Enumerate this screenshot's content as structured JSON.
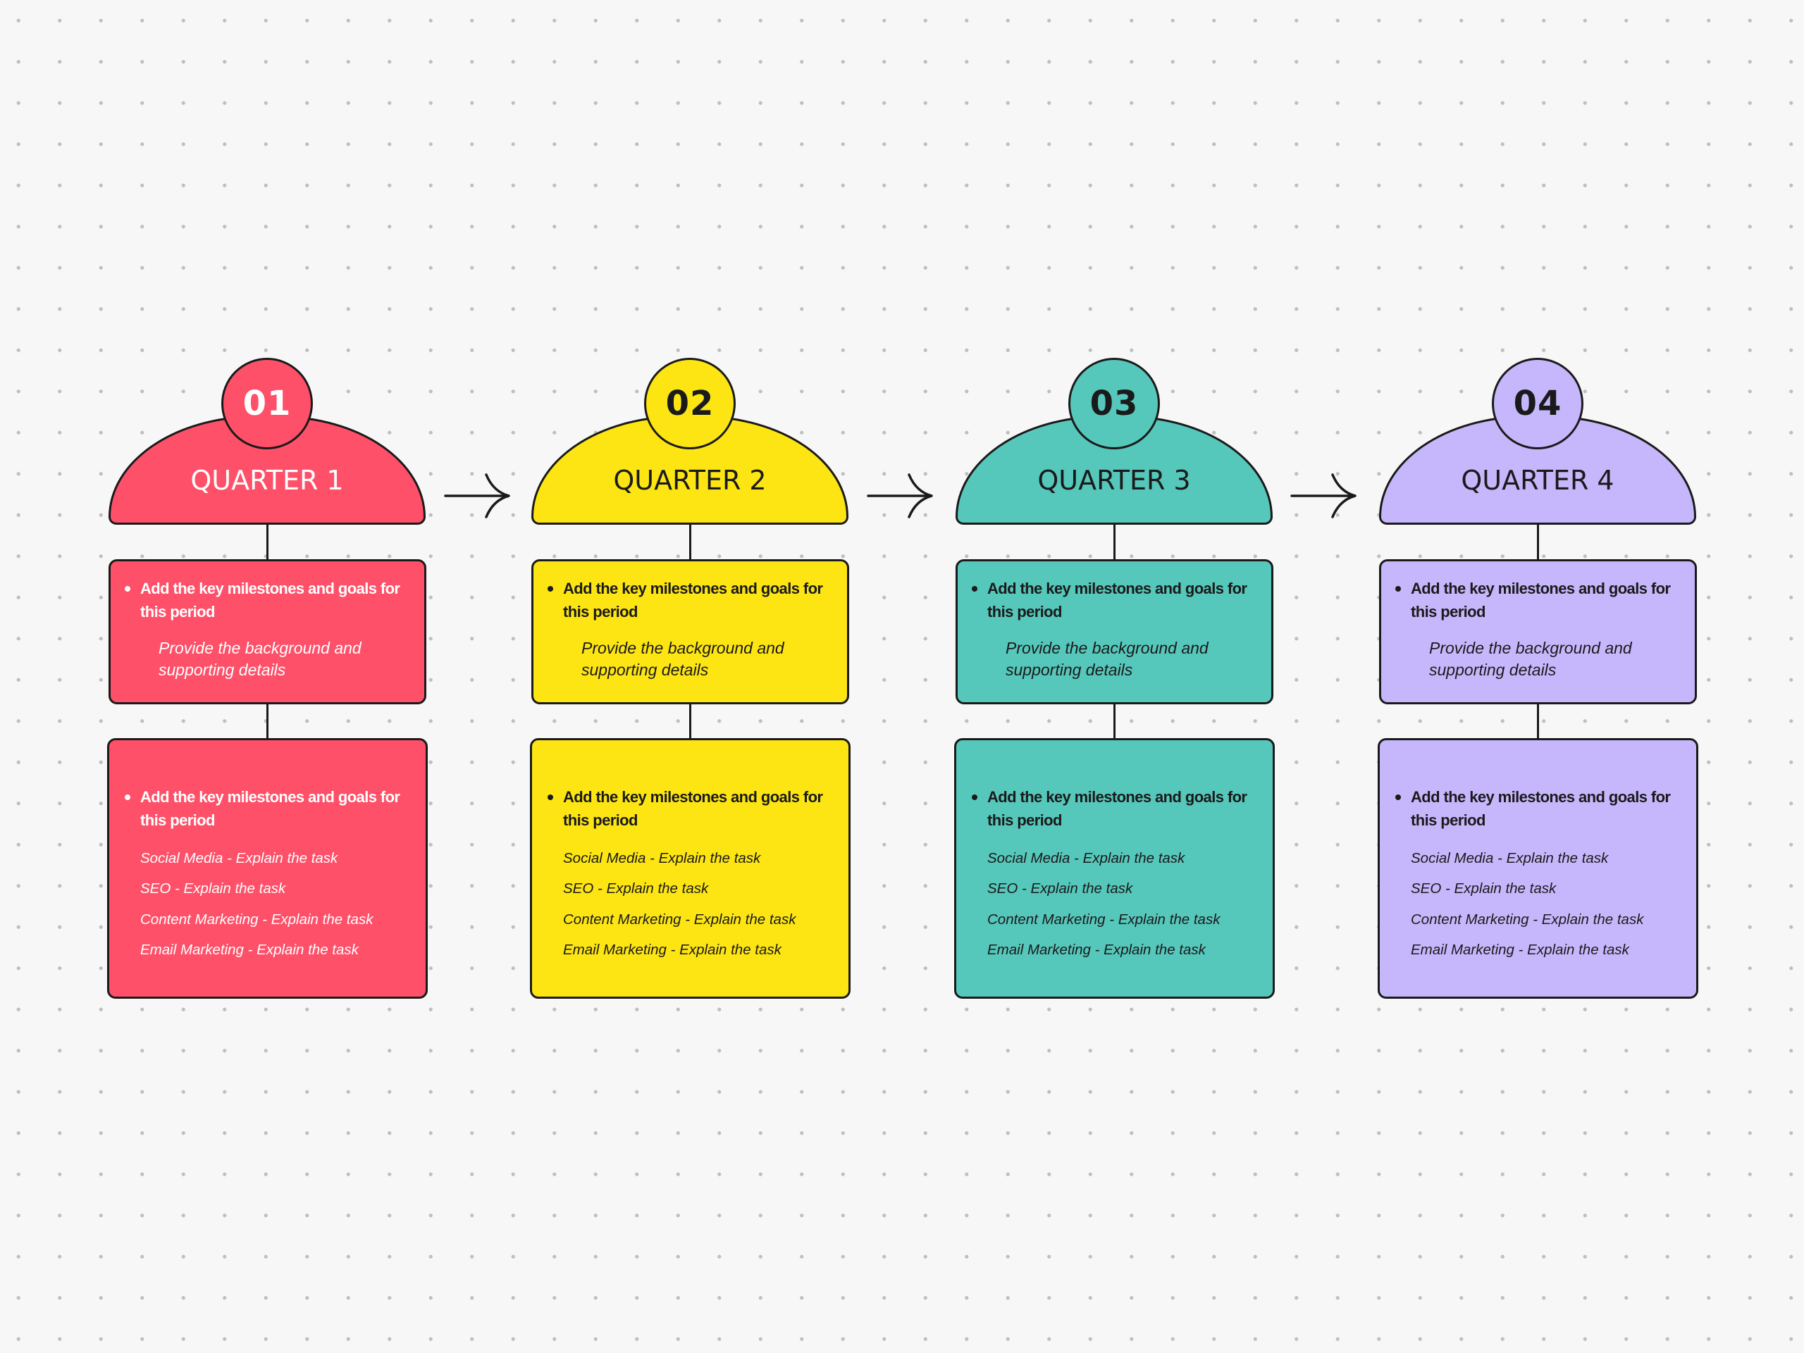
{
  "colors": {
    "background": "#f7f7f7",
    "outline": "#1a1a1a"
  },
  "quarters": [
    {
      "number": "01",
      "title": "QUARTER 1",
      "color": "#fe5068",
      "text_color": "#ffffff",
      "badge_text_color": "#ffffff",
      "milestone": "Add the key milestones and goals  for this period",
      "detail": "Provide the background and supporting details",
      "bottom_milestone": "Add the key milestones and goals  for this period",
      "tasks": [
        "Social Media - Explain the task",
        "SEO - Explain the task",
        "Content Marketing - Explain the task",
        "Email Marketing - Explain the task"
      ]
    },
    {
      "number": "02",
      "title": "QUARTER 2",
      "color": "#fde513",
      "text_color": "#1a1a1a",
      "badge_text_color": "#1a1a1a",
      "milestone": "Add the key milestones and goals  for this period",
      "detail": "Provide the background and supporting details",
      "bottom_milestone": "Add the key milestones and goals  for this period",
      "tasks": [
        "Social Media - Explain the task",
        "SEO - Explain the task",
        "Content Marketing - Explain the task",
        "Email Marketing - Explain the task"
      ]
    },
    {
      "number": "03",
      "title": "QUARTER 3",
      "color": "#56c7bb",
      "text_color": "#1a1a1a",
      "badge_text_color": "#1a1a1a",
      "milestone": "Add the key milestones and goals  for this period",
      "detail": "Provide the background and supporting details",
      "bottom_milestone": "Add the key milestones and goals  for this period",
      "tasks": [
        "Social Media - Explain the task",
        "SEO - Explain the task",
        "Content Marketing - Explain the task",
        "Email Marketing - Explain the task"
      ]
    },
    {
      "number": "04",
      "title": "QUARTER 4",
      "color": "#c6b7fc",
      "text_color": "#1a1a1a",
      "badge_text_color": "#1a1a1a",
      "milestone": "Add the key milestones and goals  for this period",
      "detail": "Provide the background and supporting details",
      "bottom_milestone": "Add the key milestones and goals  for this period",
      "tasks": [
        "Social Media - Explain the task",
        "SEO - Explain the task",
        "Content Marketing - Explain the task",
        "Email Marketing - Explain the task"
      ]
    }
  ]
}
